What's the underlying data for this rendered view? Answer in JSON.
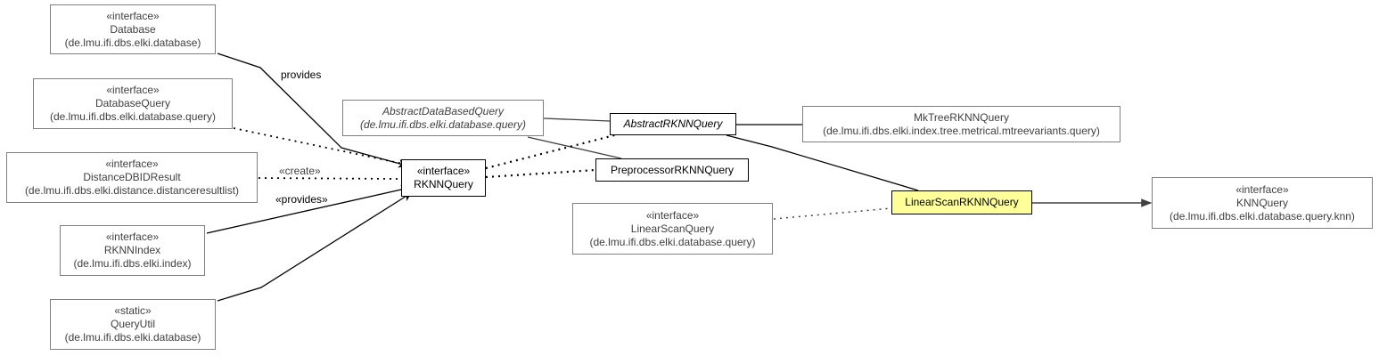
{
  "nodes": {
    "database": {
      "stereotype": "«interface»",
      "name": "Database",
      "package": "(de.lmu.ifi.dbs.elki.database)"
    },
    "database_query": {
      "stereotype": "«interface»",
      "name": "DatabaseQuery",
      "package": "(de.lmu.ifi.dbs.elki.database.query)"
    },
    "distance_dbid_result": {
      "stereotype": "«interface»",
      "name": "DistanceDBIDResult",
      "package": "(de.lmu.ifi.dbs.elki.distance.distanceresultlist)"
    },
    "rknn_index": {
      "stereotype": "«interface»",
      "name": "RKNNIndex",
      "package": "(de.lmu.ifi.dbs.elki.index)"
    },
    "query_util": {
      "stereotype": "«static»",
      "name": "QueryUtil",
      "package": "(de.lmu.ifi.dbs.elki.database)"
    },
    "abstract_data_based_query": {
      "name": "AbstractDataBasedQuery",
      "package": "(de.lmu.ifi.dbs.elki.database.query)"
    },
    "rknn_query": {
      "stereotype": "«interface»",
      "name": "RKNNQuery"
    },
    "abstract_rknn_query": {
      "name": "AbstractRKNNQuery"
    },
    "preprocessor_rknn_query": {
      "name": "PreprocessorRKNNQuery"
    },
    "linear_scan_query": {
      "stereotype": "«interface»",
      "name": "LinearScanQuery",
      "package": "(de.lmu.ifi.dbs.elki.database.query)"
    },
    "mktree_rknn_query": {
      "name": "MkTreeRKNNQuery",
      "package": "(de.lmu.ifi.dbs.elki.index.tree.metrical.mtreevariants.query)"
    },
    "linear_scan_rknn_query": {
      "name": "LinearScanRKNNQuery"
    },
    "knn_query": {
      "stereotype": "«interface»",
      "name": "KNNQuery",
      "package": "(de.lmu.ifi.dbs.elki.database.query.knn)"
    }
  },
  "edge_labels": {
    "provides": "provides",
    "create": "«create»",
    "provides_stereo": "«provides»"
  },
  "colors": {
    "focus_fill": "#ffff99",
    "edge": "#000000",
    "muted_edge": "#404040"
  }
}
